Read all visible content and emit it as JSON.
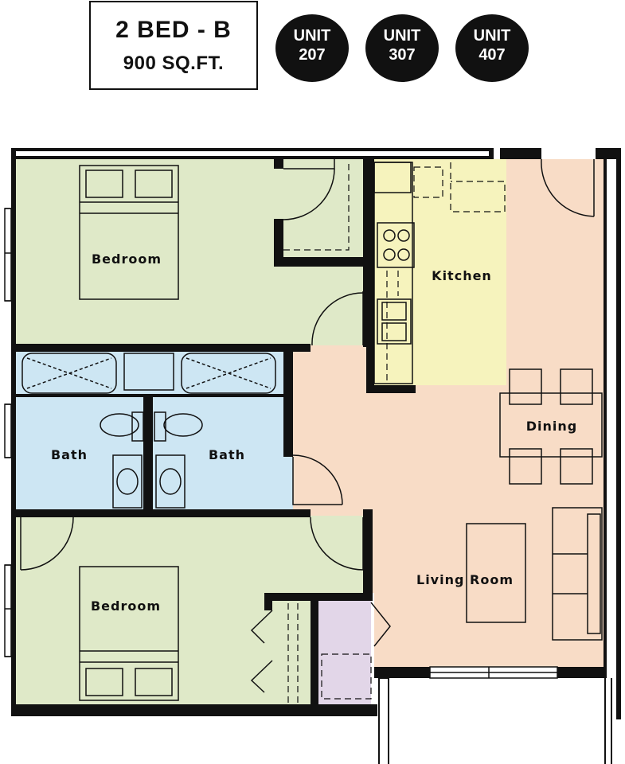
{
  "header": {
    "unit_type": "2 BED - B",
    "area": "900 SQ.FT."
  },
  "units": [
    {
      "label": "UNIT",
      "number": "207"
    },
    {
      "label": "UNIT",
      "number": "307"
    },
    {
      "label": "UNIT",
      "number": "407"
    }
  ],
  "rooms": {
    "bedroom_top": "Bedroom",
    "bedroom_bottom": "Bedroom",
    "bath_left": "Bath",
    "bath_right": "Bath",
    "kitchen": "Kitchen",
    "dining": "Dining",
    "living_room": "Living Room"
  },
  "colors": {
    "bedroom": "#dfe9c8",
    "bath": "#cde6f3",
    "kitchen": "#f6f3bd",
    "living": "#f8dcc6",
    "closet": "#e2d6e8",
    "wall": "#111111",
    "badge": "#111111"
  }
}
